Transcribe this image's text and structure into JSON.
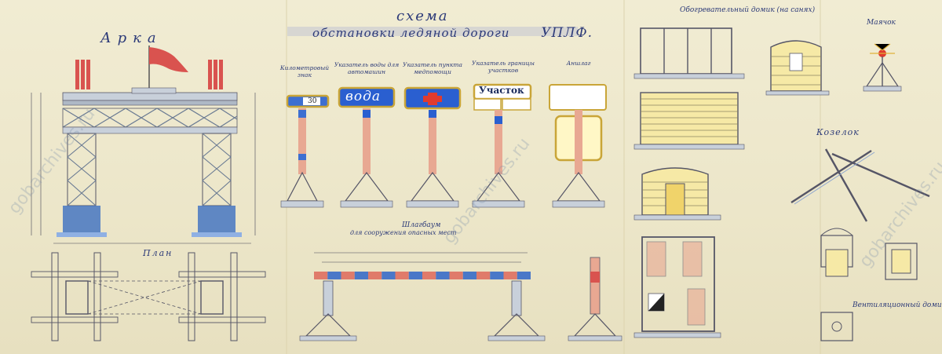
{
  "sheet": {
    "title_line1": "схема",
    "title_line2": "обстановки ледяной дороги",
    "title_org": "УПЛФ."
  },
  "arch": {
    "title": "Арка",
    "plan_label": "План",
    "colors": {
      "flag": "#d9534f",
      "base": "#3c6fc2",
      "steel": "#b9c3cf"
    }
  },
  "signs": [
    {
      "header": "Километровый знак",
      "face": "30",
      "face_color": "#3d6fd1"
    },
    {
      "header": "Указатель воды для автомашин",
      "face": "вода",
      "face_color": "#2a5fd0"
    },
    {
      "header": "Указатель пункта медпомощи",
      "face": "+",
      "face_color": "#2a5fd0"
    },
    {
      "header": "Указатель границы участков",
      "face": "Участок",
      "face_color": "#ffffff"
    },
    {
      "header": "Аншлаг",
      "face": "",
      "face_color": "#ffffff"
    }
  ],
  "barrier": {
    "title": "Шлагбаум",
    "subtitle": "для сооружения опасных мест",
    "colors": {
      "stripe_a": "#e07b6a",
      "stripe_b": "#4a78c8"
    }
  },
  "right": {
    "house_title": "Обогревательный домик (на санях)",
    "beacon_title": "Маячок",
    "trestle_title": "Козелок",
    "vent_title": "Вентиляционный домик"
  },
  "watermark": "gobarchives.ru"
}
